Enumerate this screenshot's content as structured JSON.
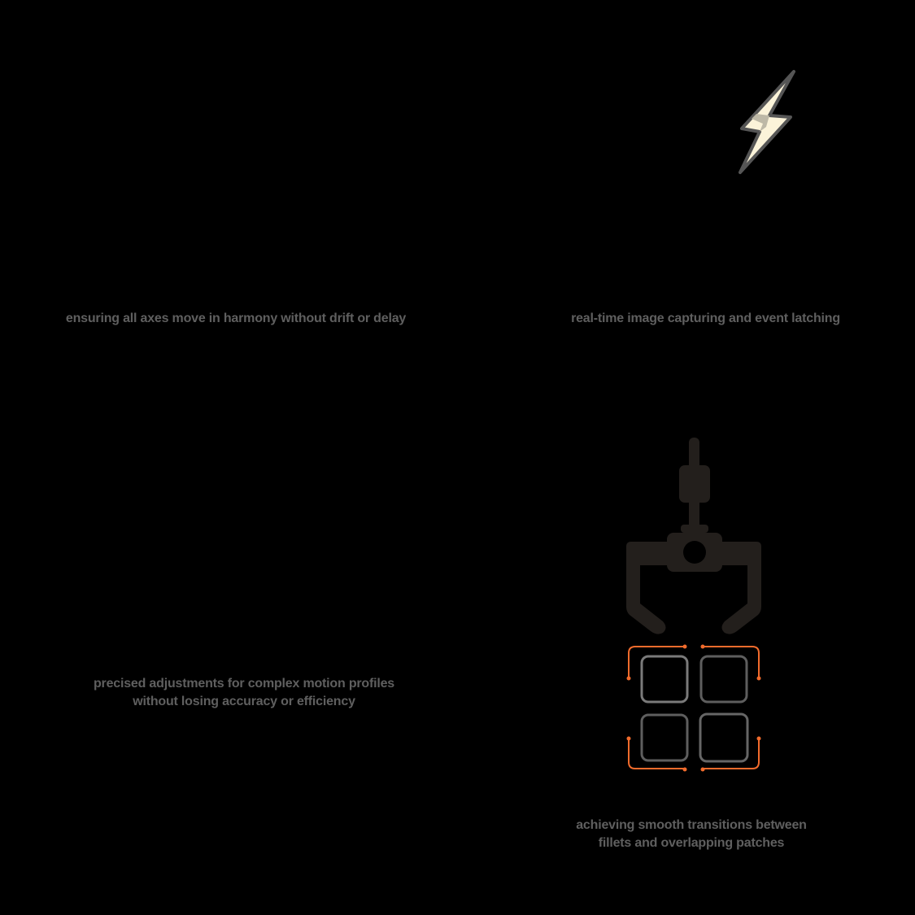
{
  "features": [
    {
      "id": "sync",
      "icon": "synchronization-icon",
      "caption_lines": [
        "ensuring all axes move in harmony without drift or delay"
      ]
    },
    {
      "id": "capture",
      "icon": "lightning-bolt-icon",
      "caption_lines": [
        "real-time image  capturing and event latching"
      ]
    },
    {
      "id": "adjust",
      "icon": "motion-profile-icon",
      "caption_lines": [
        "precised adjustments for complex motion profiles",
        "without losing accuracy or efficiency"
      ]
    },
    {
      "id": "blend",
      "icon": "robotic-gripper-icon",
      "caption_lines": [
        "achieving smooth transitions between",
        "fillets and overlapping patches"
      ]
    }
  ],
  "colors": {
    "background": "#000000",
    "caption": "#5f5f5f",
    "bolt_fill": "#fbf3d9",
    "bolt_stroke": "#555555",
    "gripper": "#231f1c",
    "accent_orange": "#f26b2c",
    "tile_stroke": "#6a6a6a"
  }
}
